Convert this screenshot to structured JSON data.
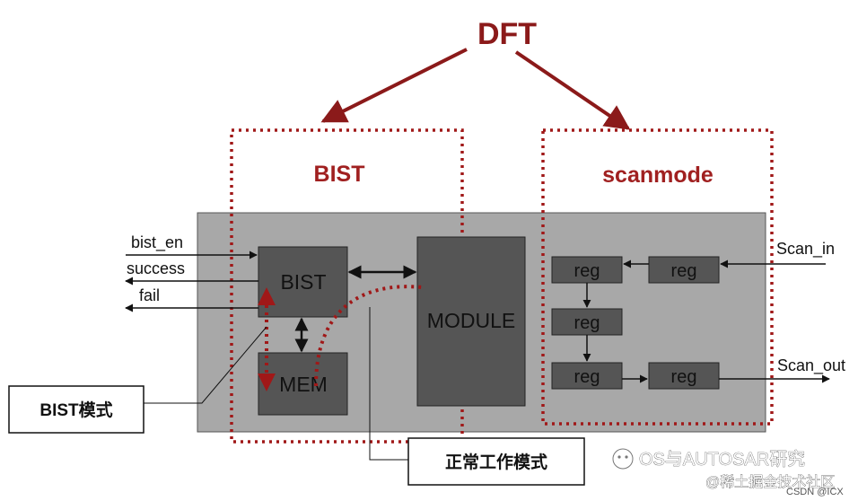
{
  "diagram": {
    "title": "DFT",
    "sections": {
      "bist": "BIST",
      "scanmode": "scanmode"
    },
    "blocks": {
      "bist_block": "BIST",
      "mem_block": "MEM",
      "module_block": "MODULE",
      "reg_labels": [
        "reg",
        "reg",
        "reg",
        "reg",
        "reg"
      ]
    },
    "signals": {
      "bist_en": "bist_en",
      "success": "success",
      "fail": "fail",
      "scan_in": "Scan_in",
      "scan_out": "Scan_out"
    },
    "modes": {
      "bist_mode": "BIST模式",
      "normal_mode": "正常工作模式"
    },
    "colors": {
      "accent": "#8b1a1a",
      "dotted": "#a01818",
      "panel": "#a8a8a8",
      "block": "#555555"
    }
  },
  "watermark": {
    "line1": "OS与AUTOSAR研究",
    "line2": "@稀土掘金技术社区",
    "line3": "CSDN @ICX"
  }
}
